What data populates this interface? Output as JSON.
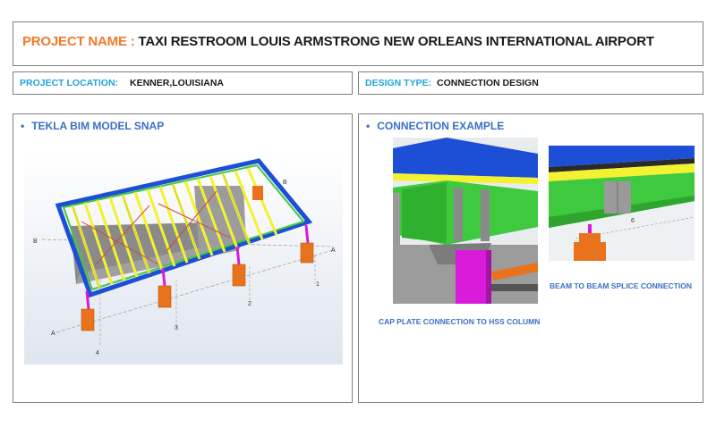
{
  "header": {
    "project_name_label": "PROJECT NAME : ",
    "project_name": "TAXI RESTROOM LOUIS ARMSTRONG NEW ORLEANS INTERNATIONAL AIRPORT"
  },
  "location": {
    "label": "PROJECT LOCATION:",
    "value": "KENNER,LOUISIANA"
  },
  "design_type": {
    "label": "DESIGN TYPE:",
    "value": "CONNECTION DESIGN"
  },
  "left_panel": {
    "bullet": "•",
    "heading": "TEKLA BIM MODEL SNAP",
    "grid_labels": {
      "a_left": "A",
      "a_right": "A",
      "b_left": "B",
      "b_right": "B",
      "n1": "1",
      "n2": "2",
      "n3": "3",
      "n4": "4"
    }
  },
  "right_panel": {
    "bullet": "•",
    "heading": "CONNECTION EXAMPLE",
    "caption_cap_plate": "CAP PLATE CONNECTION TO HSS COLUMN",
    "caption_splice": "BEAM TO BEAM SPLICE CONNECTION",
    "splice_grid_label": "6"
  },
  "colors": {
    "orange": "#f07b2a",
    "cyan": "#20a4d8",
    "heading_blue": "#3a70c4",
    "model_blue": "#1d4fd6",
    "joist_yellow": "#f2f230",
    "beam_green": "#3ec93e",
    "column_magenta": "#d81bd8",
    "footing_orange": "#e8731c"
  }
}
